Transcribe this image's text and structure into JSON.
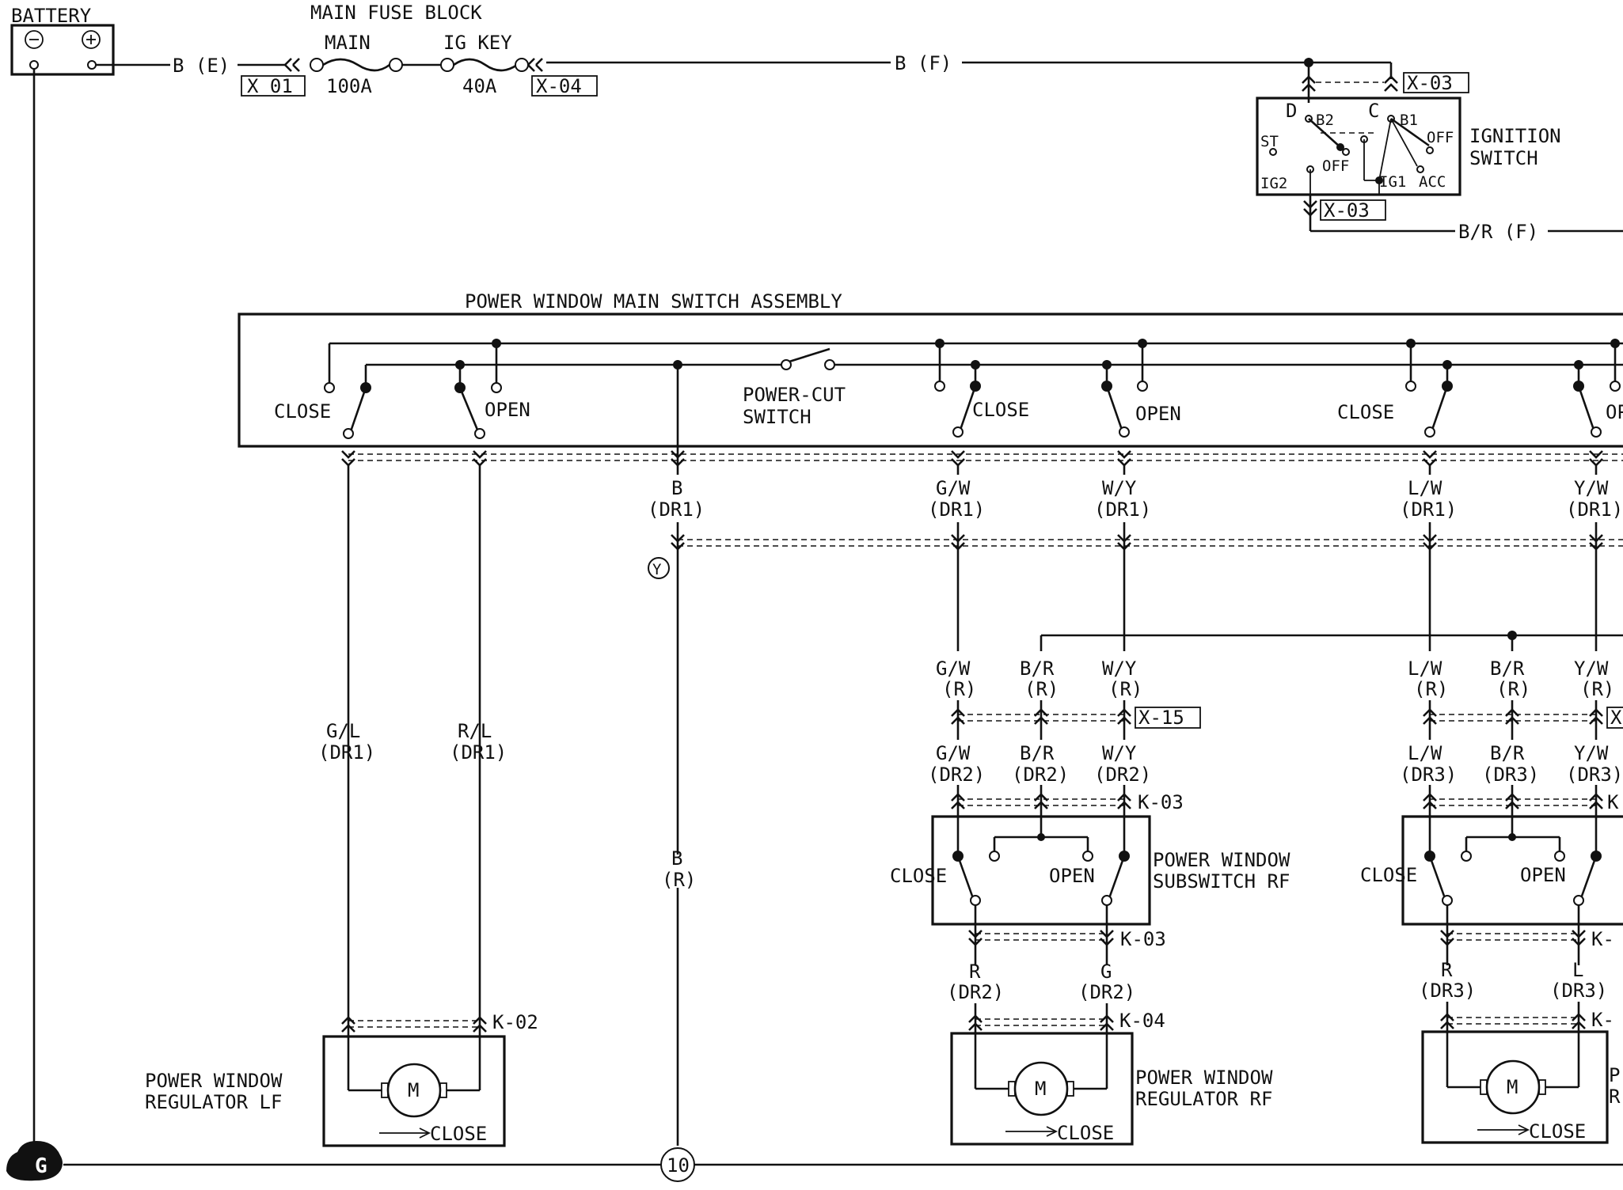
{
  "battery": {
    "label": "BATTERY"
  },
  "fuse_block": {
    "title": "MAIN FUSE BLOCK",
    "main_label": "MAIN",
    "main_rating": "100A",
    "key_label": "IG KEY",
    "key_rating": "40A"
  },
  "wires": {
    "b_e": "B (E)",
    "b_f": "B (F)",
    "br_f": "B/R (F)",
    "lf_close": [
      "G/L",
      "(DR1)"
    ],
    "lf_open": [
      "R/L",
      "(DR1)"
    ],
    "b_dr1": [
      "B",
      "(DR1)"
    ],
    "b_r": [
      "B",
      "(R)"
    ],
    "gw_dr1": [
      "G/W",
      "(DR1)"
    ],
    "wy_dr1": [
      "W/Y",
      "(DR1)"
    ],
    "lw_dr1": [
      "L/W",
      "(DR1)"
    ],
    "yw_dr1": [
      "Y/W",
      "(DR1)"
    ],
    "gw_r": [
      "G/W",
      "(R)"
    ],
    "br_r": [
      "B/R",
      "(R)"
    ],
    "wy_r": [
      "W/Y",
      "(R)"
    ],
    "gw_dr2": [
      "G/W",
      "(DR2)"
    ],
    "br_dr2": [
      "B/R",
      "(DR2)"
    ],
    "wy_dr2": [
      "W/Y",
      "(DR2)"
    ],
    "lw_r": [
      "L/W",
      "(R)"
    ],
    "br_r2": [
      "B/R",
      "(R)"
    ],
    "yw_r": [
      "Y/W",
      "(R)"
    ],
    "lw_dr3": [
      "L/W",
      "(DR3)"
    ],
    "br_dr3": [
      "B/R",
      "(DR3)"
    ],
    "yw_dr3": [
      "Y/W",
      "(DR3)"
    ],
    "r_dr2": [
      "R",
      "(DR2)"
    ],
    "g_dr2": [
      "G",
      "(DR2)"
    ],
    "r_dr3": [
      "R",
      "(DR3)"
    ],
    "l_dr3": [
      "L",
      "(DR3)"
    ]
  },
  "connectors": {
    "x01": "X 01",
    "x04": "X-04",
    "x03_top": "X-03",
    "x03_bot": "X-03",
    "x15": "X-15",
    "x15_right": "X",
    "k03_a": "K-03",
    "k03_b": "K-03",
    "k02": "K-02",
    "k04": "K-04",
    "k_c1": "K",
    "k_c2": "K-",
    "k_c3": "K-"
  },
  "ignition": {
    "title": [
      "IGNITION",
      "SWITCH"
    ],
    "pins": {
      "d": "D",
      "c": "C",
      "b2": "B2",
      "b1": "B1",
      "st": "ST",
      "ig2": "IG2",
      "ig1": "IG1",
      "acc": "ACC",
      "off1": "OFF",
      "off2": "OFF"
    }
  },
  "main_switch": {
    "title": "POWER WINDOW MAIN SWITCH ASSEMBLY",
    "close1": "CLOSE",
    "open1": "OPEN",
    "close2": "CLOSE",
    "open2": "OPEN",
    "close3": "CLOSE",
    "open3": "OP",
    "power_cut": [
      "POWER-CUT",
      "SWITCH"
    ]
  },
  "subswitch_rf": {
    "title": [
      "POWER WINDOW",
      "SUBSWITCH RF"
    ],
    "close": "CLOSE",
    "open": "OPEN"
  },
  "subswitch_3": {
    "close": "CLOSE",
    "open": "OPEN"
  },
  "regulator_lf": {
    "title": [
      "POWER WINDOW",
      "REGULATOR LF"
    ],
    "motor": "M",
    "dir": "CLOSE"
  },
  "regulator_rf": {
    "title": [
      "POWER WINDOW",
      "REGULATOR RF"
    ],
    "motor": "M",
    "dir": "CLOSE"
  },
  "regulator_3": {
    "title": [
      "P",
      "R"
    ],
    "motor": "M",
    "dir": "CLOSE"
  },
  "ground": {
    "symbol": "G",
    "node_y": "Y",
    "node_10": "10"
  }
}
